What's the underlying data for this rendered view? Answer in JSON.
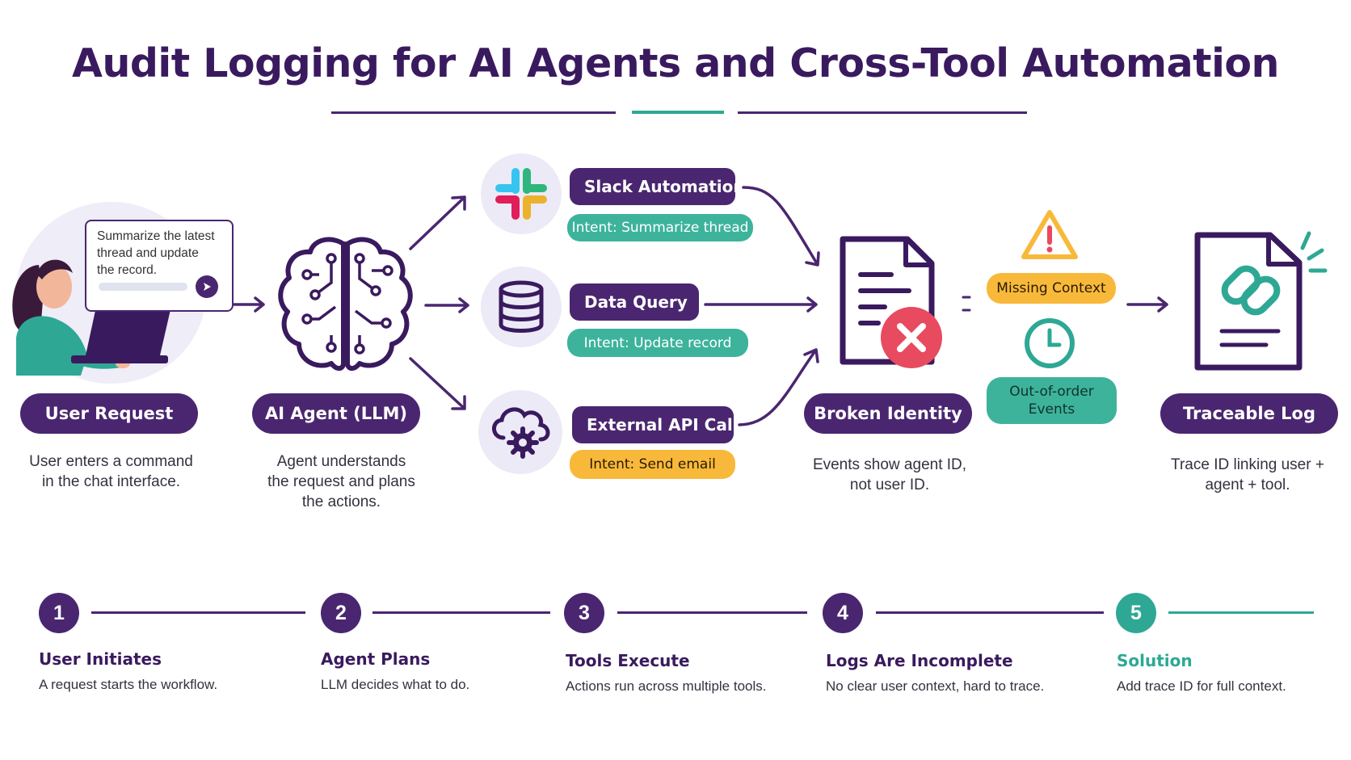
{
  "title": "Audit Logging for AI Agents and Cross-Tool Automation",
  "colors": {
    "purple": "#4a2670",
    "teal": "#2ea894",
    "yellow": "#f8b93b",
    "red": "#e84a5f"
  },
  "user": {
    "bubble_text_1": "Summarize the latest",
    "bubble_text_2": "thread and update",
    "bubble_text_3": "the record.",
    "label": "User Request",
    "desc_1": "User enters a command",
    "desc_2": "in the chat interface."
  },
  "agent": {
    "label": "AI Agent (LLM)",
    "desc_1": "Agent understands",
    "desc_2": "the request and plans",
    "desc_3": "the actions."
  },
  "tools": [
    {
      "icon": "slack-icon",
      "label": "Slack Automation",
      "intent": "Intent: Summarize thread"
    },
    {
      "icon": "database-icon",
      "label": "Data Query",
      "intent": "Intent: Update record"
    },
    {
      "icon": "cloud-gear-icon",
      "label": "External API Call",
      "intent": "Intent: Send email"
    }
  ],
  "broken": {
    "label": "Broken Identity",
    "desc_1": "Events show agent ID,",
    "desc_2": "not user ID."
  },
  "issues": {
    "missing": "Missing Context",
    "out_of_order_1": "Out-of-order",
    "out_of_order_2": "Events"
  },
  "traceable": {
    "label": "Traceable Log",
    "desc_1": "Trace ID linking user +",
    "desc_2": "agent + tool."
  },
  "steps": [
    {
      "num": "1",
      "title": "User Initiates",
      "desc": "A request starts the workflow."
    },
    {
      "num": "2",
      "title": "Agent Plans",
      "desc": "LLM decides what to do."
    },
    {
      "num": "3",
      "title": "Tools Execute",
      "desc": "Actions run across multiple tools."
    },
    {
      "num": "4",
      "title": "Logs Are Incomplete",
      "desc": "No clear user context, hard to trace."
    },
    {
      "num": "5",
      "title": "Solution",
      "desc": "Add trace ID for full context."
    }
  ]
}
